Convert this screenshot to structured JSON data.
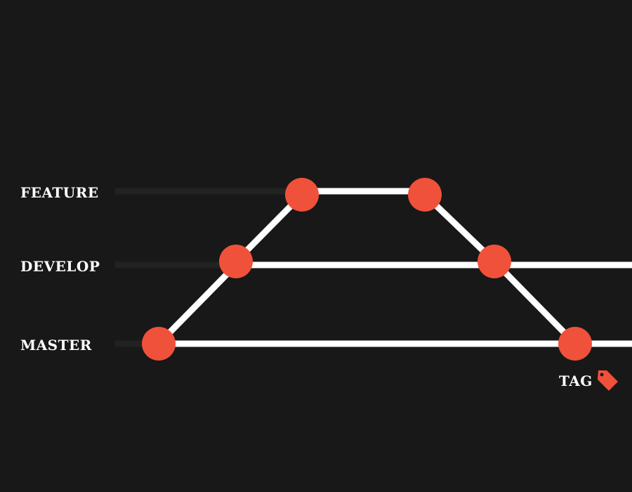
{
  "colors": {
    "background": "#181818",
    "line": "#ffffff",
    "track": "#222222",
    "commit": "#f0513a",
    "text": "#ffffff"
  },
  "branches": [
    {
      "id": "feature",
      "label": "FEATURE"
    },
    {
      "id": "develop",
      "label": "DEVELOP"
    },
    {
      "id": "master",
      "label": "MASTER"
    }
  ],
  "tag": {
    "label": "TAG",
    "icon": "tag-icon"
  }
}
